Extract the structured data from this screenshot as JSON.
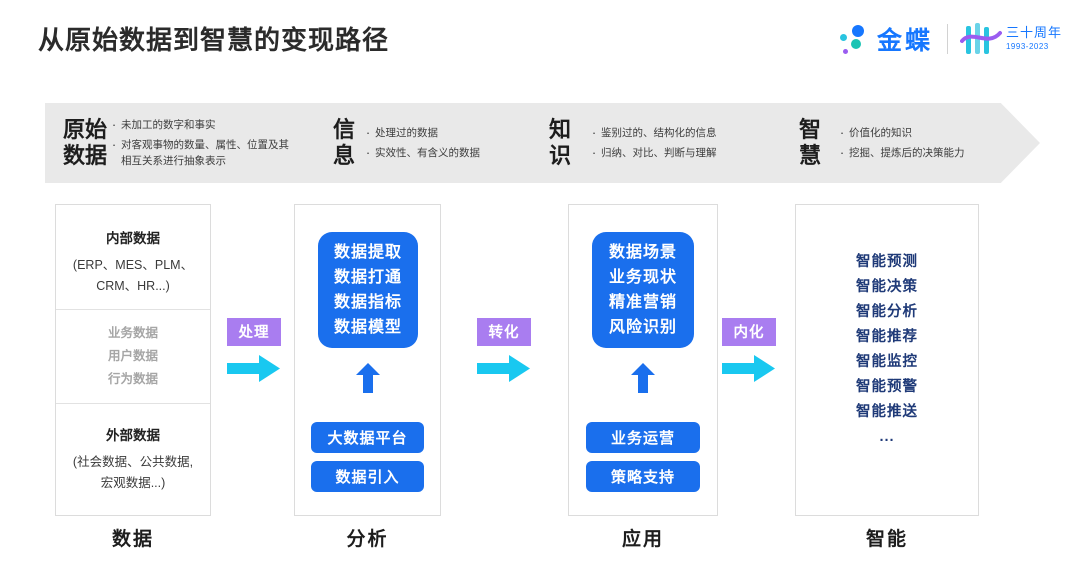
{
  "header": {
    "title": "从原始数据到智慧的变现路径",
    "brand_name": "金蝶",
    "anniversary_cn": "三十周年",
    "anniversary_years": "1993-2023"
  },
  "banner": {
    "segments": [
      {
        "title_line1": "原始",
        "title_line2": "数据",
        "bullets": [
          "未加工的数字和事实",
          "对客观事物的数量、属性、位置及其相互关系进行抽象表示"
        ]
      },
      {
        "title_line1": "信",
        "title_line2": "息",
        "bullets": [
          "处理过的数据",
          "实效性、有含义的数据"
        ]
      },
      {
        "title_line1": "知",
        "title_line2": "识",
        "bullets": [
          "鉴别过的、结构化的信息",
          "归纳、对比、判断与理解"
        ]
      },
      {
        "title_line1": "智",
        "title_line2": "慧",
        "bullets": [
          "价值化的知识",
          "挖掘、提炼后的决策能力"
        ]
      }
    ],
    "bullet_glyph": "·"
  },
  "columns": {
    "data": {
      "footer": "数据",
      "internal_head": "内部数据",
      "internal_sub_line1": "(ERP、MES、PLM、",
      "internal_sub_line2": "CRM、HR...)",
      "middle": [
        "业务数据",
        "用户数据",
        "行为数据"
      ],
      "external_head": "外部数据",
      "external_sub_line1": "(社会数据、公共数据,",
      "external_sub_line2": "宏观数据...)"
    },
    "analysis": {
      "footer": "分析",
      "box": [
        "数据提取",
        "数据打通",
        "数据指标",
        "数据模型"
      ],
      "pills": [
        "大数据平台",
        "数据引入"
      ]
    },
    "application": {
      "footer": "应用",
      "box": [
        "数据场景",
        "业务现状",
        "精准营销",
        "风险识别"
      ],
      "pills": [
        "业务运营",
        "策略支持"
      ]
    },
    "intelligence": {
      "footer": "智能",
      "items": [
        "智能预测",
        "智能决策",
        "智能分析",
        "智能推荐",
        "智能监控",
        "智能预警",
        "智能推送"
      ],
      "ellipsis": "..."
    }
  },
  "connectors": [
    {
      "label": "处理"
    },
    {
      "label": "转化"
    },
    {
      "label": "内化"
    }
  ],
  "colors": {
    "accent_blue": "#1a6fed",
    "connector_purple": "#a97df0",
    "arrow_cyan": "#19c8f0",
    "banner_gray": "#e9e9e9",
    "intel_navy": "#1f3a78"
  }
}
